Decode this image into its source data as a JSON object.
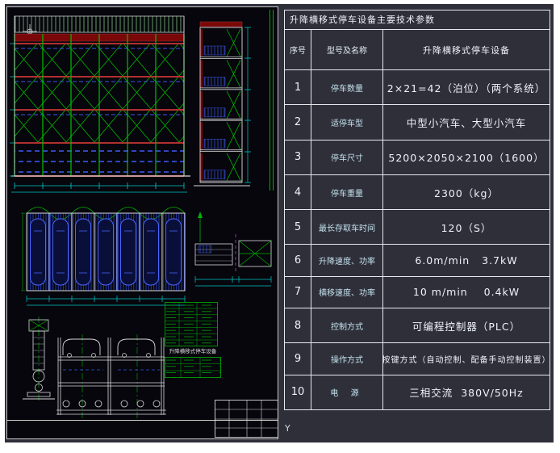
{
  "table": {
    "title": "升降横移式停车设备主要技术参数",
    "header": {
      "col1": "序号",
      "col2": "型号及名称",
      "col3": "升降横移式停车设备"
    },
    "rows": [
      {
        "no": "1",
        "name": "停车数量",
        "value": "2×21=42（泊位）（两个系统）"
      },
      {
        "no": "2",
        "name": "适停车型",
        "value": "中型小汽车、大型小汽车"
      },
      {
        "no": "3",
        "name": "停车尺寸",
        "value": "5200×2050×2100（1600）"
      },
      {
        "no": "4",
        "name": "停车重量",
        "value": "2300（kg）"
      },
      {
        "no": "5",
        "name": "最长存取车时间",
        "value": "120（S）"
      },
      {
        "no": "6",
        "name": "升降速度、功率",
        "value": "6.0m/min   3.7kW"
      },
      {
        "no": "7",
        "name": "横移速度、功率",
        "value": "10 m/min    0.4kW"
      },
      {
        "no": "8",
        "name": "控制方式",
        "value": "可编程控制器（PLC）"
      },
      {
        "no": "9",
        "name": "操作方式",
        "value": "按键方式（自动控制、配备手动控制装置）"
      },
      {
        "no": "10",
        "name": "电 源",
        "value": "三相交流  380V/50Hz"
      }
    ]
  },
  "drawing": {
    "caption": "升降横移式停车设备",
    "axis_label": "Y"
  },
  "colors": {
    "canvas_bg": "#2f2f3a",
    "sheet_bg": "#06060c",
    "line_green": "#00b400",
    "line_red": "#b03030",
    "line_blue": "#3a55e8",
    "line_cyan": "#00c8c8",
    "line_white": "#d8d8dc",
    "maroon": "#7a0808",
    "magenta": "#d948d9"
  }
}
